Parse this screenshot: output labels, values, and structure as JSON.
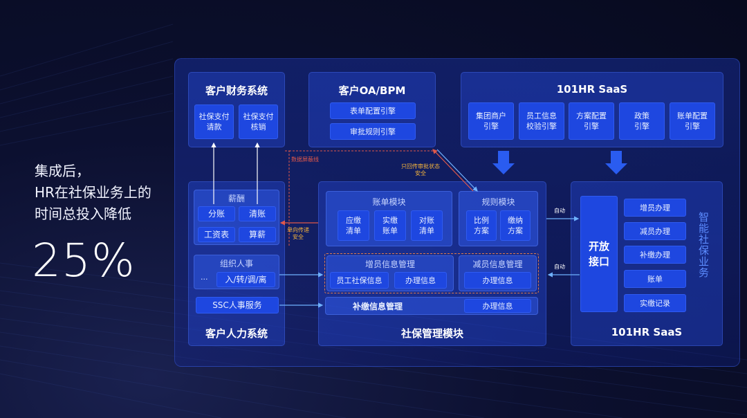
{
  "headline": "集成后，\nHR在社保业务上的\n时间总投入降低",
  "percent": "25%",
  "finance": {
    "title": "客户财务系统",
    "items": [
      "社保支付\n请款",
      "社保支付\n核销"
    ]
  },
  "oa": {
    "title": "客户OA/BPM",
    "items": [
      "表单配置引擎",
      "审批规则引擎"
    ]
  },
  "saas_top": {
    "title": "101HR SaaS",
    "items": [
      "集团商户\n引擎",
      "员工信息\n校验引擎",
      "方案配置\n引擎",
      "政策\n引擎",
      "账单配置\n引擎"
    ]
  },
  "hr": {
    "title": "客户人力系统",
    "salary_title": "薪酬",
    "salary_items": [
      "分账",
      "清账",
      "工资表",
      "算薪"
    ],
    "org_title": "组织人事",
    "org_more": "...",
    "org_item": "入/转/调/离",
    "ssc": "SSC人事服务"
  },
  "social": {
    "title": "社保管理模块",
    "bill_title": "账单模块",
    "bill_items": [
      "应缴\n清单",
      "实缴\n账单",
      "对账\n清单"
    ],
    "rule_title": "规则模块",
    "rule_items": [
      "比例\n方案",
      "缴纳\n方案"
    ],
    "add_title": "增员信息管理",
    "add_items": [
      "员工社保信息",
      "办理信息"
    ],
    "reduce_title": "减员信息管理",
    "reduce_item": "办理信息",
    "supp_title": "补缴信息管理",
    "supp_item": "办理信息"
  },
  "saas_right": {
    "title": "101HR SaaS",
    "open_api": "开放\n接口",
    "items": [
      "增员办理",
      "减员办理",
      "补缴办理",
      "账单",
      "实缴记录"
    ],
    "vertical": "智能社保业务"
  },
  "labels": {
    "firewall": "数据屏蔽线",
    "approval": "只回传审批状态\n安全",
    "oneway": "单向传递\n安全",
    "auto1": "自动",
    "auto2": "自动"
  },
  "colors": {
    "accent": "#1e47e0",
    "firewall": "#e0584a",
    "approval": "#f5b43c",
    "link": "#6fb2ff"
  }
}
